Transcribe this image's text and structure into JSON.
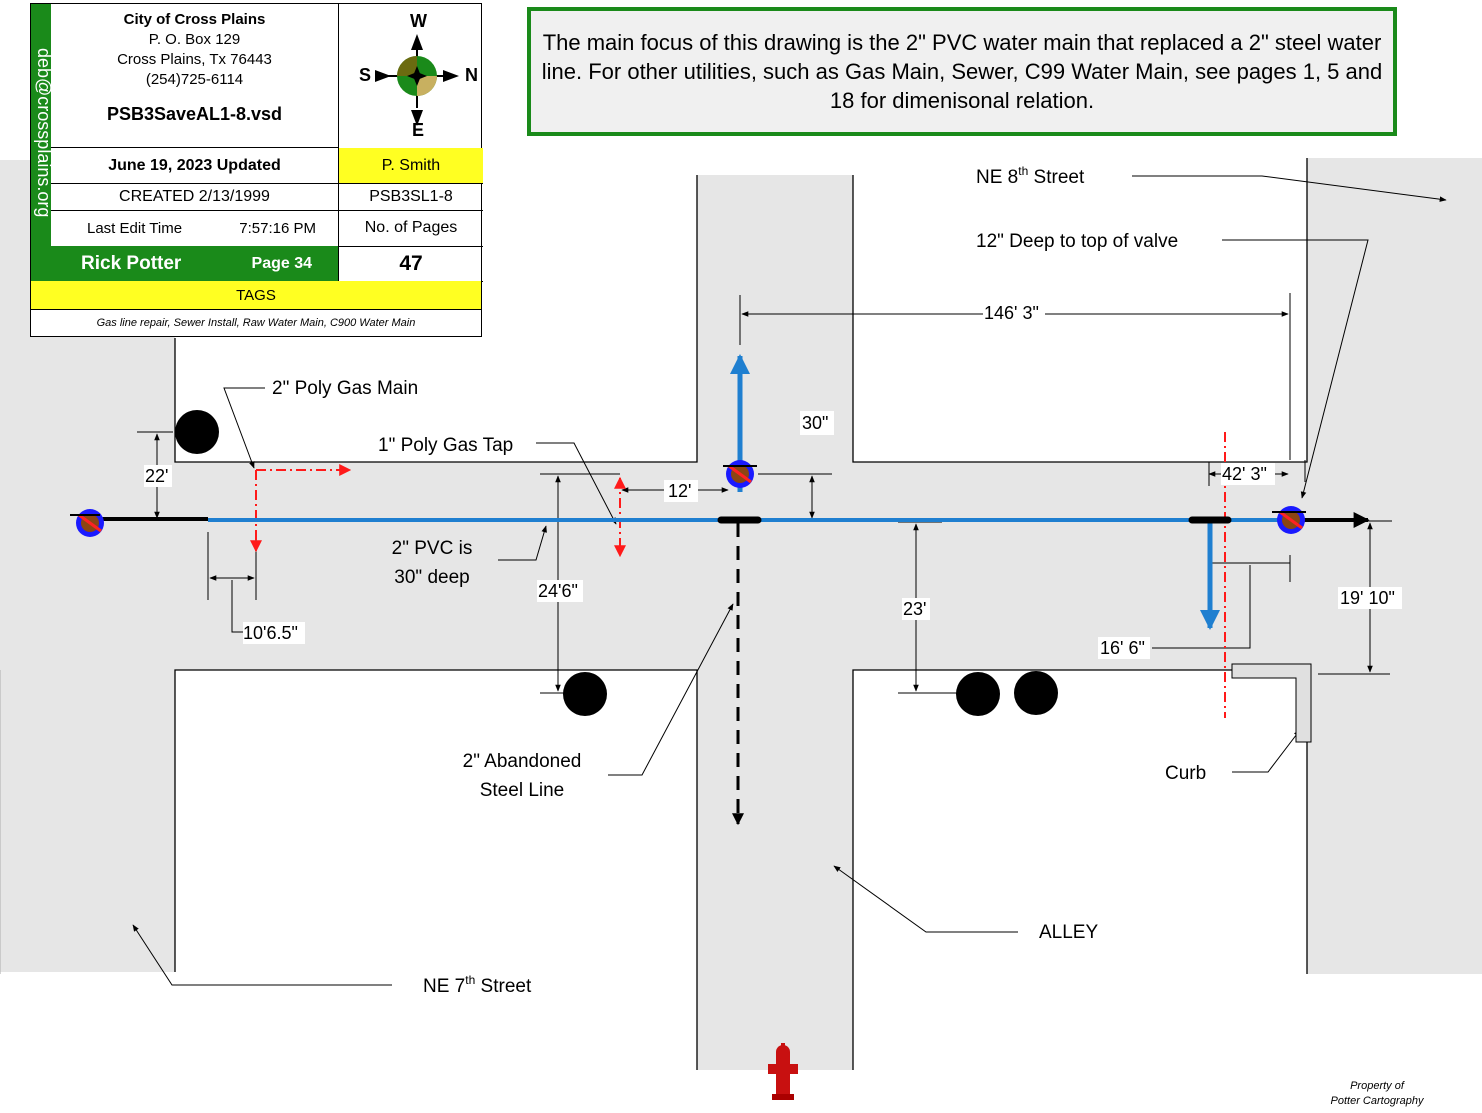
{
  "title_block": {
    "org_name": "City of Cross Plains",
    "po_box": "P. O. Box 129",
    "city_state_zip": "Cross Plains, Tx  76443",
    "phone": "(254)725-6114",
    "file_name": "PSB3SaveAL1-8.vsd",
    "email_vertical": "deb@crossplains.org",
    "updated": "June 19, 2023 Updated",
    "editor": "P. Smith",
    "created": "CREATED 2/13/1999",
    "map_code": "PSB3SL1-8",
    "last_edit_label": "Last Edit Time",
    "last_edit_time": "7:57:16 PM",
    "pages_label": "No. of Pages",
    "author": "Rick Potter",
    "page": "Page 34",
    "page_count": "47",
    "tags_label": "TAGS",
    "tags": "Gas line repair, Sewer Install, Raw Water Main, C900 Water Main"
  },
  "compass": {
    "north": "N",
    "south": "S",
    "east": "E",
    "west": "W"
  },
  "note": "The main focus of this drawing is the 2\" PVC water main that replaced a 2\" steel water line. For other utilities, such as Gas Main, Sewer, C99 Water Main, see pages 1, 5 and 18 for dimenisonal relation.",
  "streets": {
    "ne8_prefix": "NE 8",
    "ne8_sup": "th",
    "ne8_suffix": " Street",
    "ne7_prefix": "NE 7",
    "ne7_sup": "th",
    "ne7_suffix": " Street",
    "alley": "ALLEY"
  },
  "labels": {
    "valve_depth": "12\" Deep to top of valve",
    "poly_gas_main": "2\" Poly Gas Main",
    "poly_gas_tap": "1\" Poly Gas Tap",
    "pvc_line1": "2\" PVC is",
    "pvc_line2": "30\" deep",
    "abandoned_line1": "2\" Abandoned",
    "abandoned_line2": "Steel Line",
    "curb": "Curb"
  },
  "dimensions": {
    "d_146_3": "146' 3\"",
    "d_42_3": "42' 3\"",
    "d_30": "30\"",
    "d_12": "12'",
    "d_22": "22'",
    "d_10_6_5": "10'6.5\"",
    "d_24_6": "24'6\"",
    "d_23": "23'",
    "d_16_6": "16' 6\"",
    "d_19_10": "19' 10\""
  },
  "footer": {
    "line1": "Property of",
    "line2": "Potter Cartography"
  },
  "colors": {
    "water_main": "#1f7fd0",
    "gas_main": "#ff1a1a",
    "road": "#e6e6e6",
    "title_green": "#1a8a1a",
    "title_yellow": "#ffff22",
    "note_border": "#1a8a1a"
  }
}
